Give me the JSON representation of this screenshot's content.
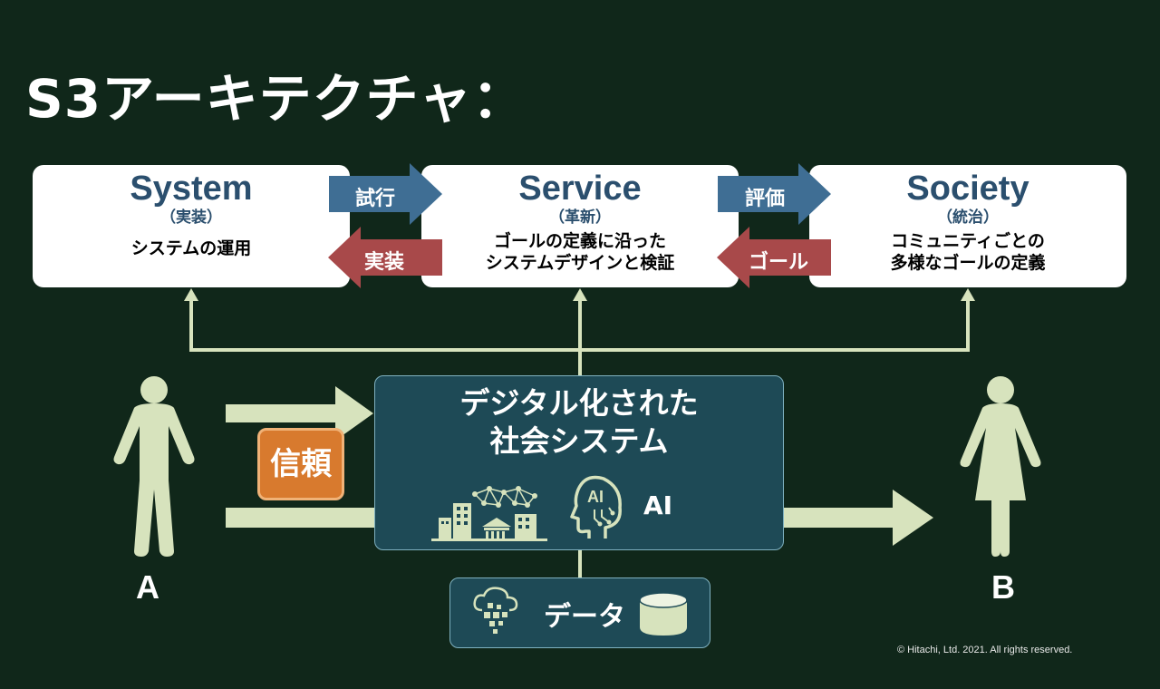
{
  "title": "S3アーキテクチャ：",
  "cards": [
    {
      "name": "System",
      "sub": "（実装）",
      "desc": [
        "システムの運用"
      ]
    },
    {
      "name": "Service",
      "sub": "（革新）",
      "desc": [
        "ゴールの定義に沿った",
        "システムデザインと検証"
      ]
    },
    {
      "name": "Society",
      "sub": "（統治）",
      "desc": [
        "コミュニティごとの",
        "多様なゴールの定義"
      ]
    }
  ],
  "arrows": {
    "trial": "試行",
    "implement": "実装",
    "evaluate": "評価",
    "goal": "ゴール"
  },
  "central": {
    "title_line1": "デジタル化された",
    "title_line2": "社会システム",
    "ai_label": "AI",
    "ai_icon_text": "AI"
  },
  "data_box": {
    "label": "データ"
  },
  "trust": "信頼",
  "persons": {
    "a": "A",
    "b": "B"
  },
  "copyright": "© Hitachi, Ltd. 2021. All rights reserved.",
  "colors": {
    "background": "#10271a",
    "accent_blue": "#3f6e94",
    "accent_red": "#a8494a",
    "figure": "#d7e3bd",
    "box_fill": "#1e4a56",
    "trust": "#d87a2e"
  }
}
